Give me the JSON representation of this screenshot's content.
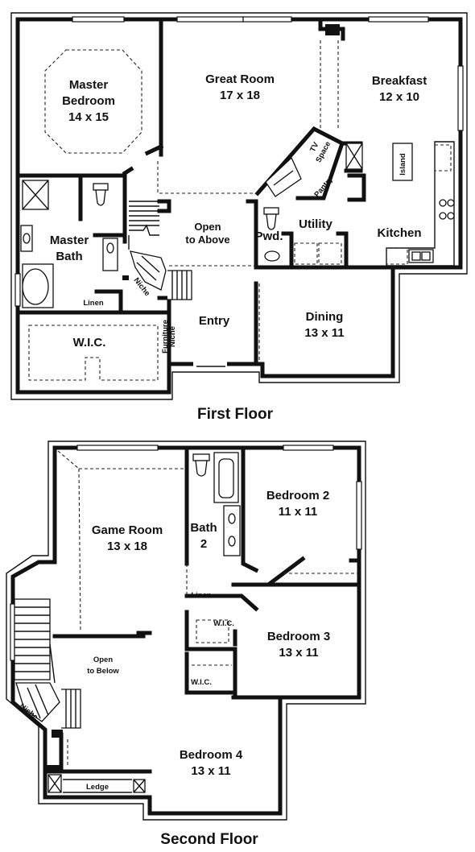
{
  "first_floor": {
    "caption": "First Floor",
    "rooms": {
      "master_bedroom": {
        "name_1": "Master",
        "name_2": "Bedroom",
        "size": "14 x 15"
      },
      "great_room": {
        "name": "Great Room",
        "size": "17 x 18"
      },
      "breakfast": {
        "name": "Breakfast",
        "size": "12 x 10"
      },
      "master_bath": {
        "name_1": "Master",
        "name_2": "Bath"
      },
      "open_above": {
        "line_1": "Open",
        "line_2": "to Above"
      },
      "powder": {
        "name": "Pwd."
      },
      "utility": {
        "name": "Utility"
      },
      "kitchen": {
        "name": "Kitchen"
      },
      "island": {
        "name": "Island"
      },
      "tv_space": {
        "line_1": "TV",
        "line_2": "Space"
      },
      "pantry": {
        "name": "Pantry"
      },
      "linen": {
        "name": "Linen"
      },
      "niche": {
        "name": "Niche"
      },
      "furniture_niche": {
        "line_1": "Furniture",
        "line_2": "Niche"
      },
      "entry": {
        "name": "Entry"
      },
      "dining": {
        "name": "Dining",
        "size": "13 x 11"
      },
      "wic": {
        "name": "W.I.C."
      }
    }
  },
  "second_floor": {
    "caption": "Second Floor",
    "rooms": {
      "game_room": {
        "name": "Game Room",
        "size": "13 x 18"
      },
      "bath_2": {
        "name_1": "Bath",
        "name_2": "2"
      },
      "bedroom_2": {
        "name": "Bedroom 2",
        "size": "11 x 11"
      },
      "linen": {
        "name": "Linen"
      },
      "wic_1": {
        "name": "W.I.C."
      },
      "wic_2": {
        "name": "W.I.C."
      },
      "bedroom_3": {
        "name": "Bedroom 3",
        "size": "13 x 11"
      },
      "open_below": {
        "line_1": "Open",
        "line_2": "to Below"
      },
      "niche": {
        "name": "Niche"
      },
      "bedroom_4": {
        "name": "Bedroom 4",
        "size": "13 x 11"
      },
      "ledge": {
        "name": "Ledge"
      }
    }
  }
}
